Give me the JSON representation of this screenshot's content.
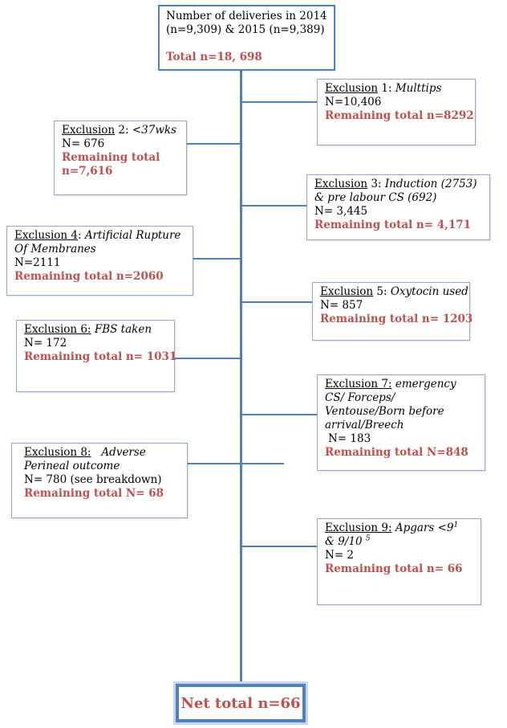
{
  "top": {
    "line1": "Number of deliveries in 2014",
    "line2": "(n=9,309) & 2015 (n=9,389)",
    "total": "Total n=18, 698"
  },
  "exclusions": [
    {
      "label": "Exclusion",
      "suffix": " 1: ",
      "detail": "Multtips",
      "n": "N=10,406",
      "remaining": "Remaining total n=8292"
    },
    {
      "label": "Exclusion",
      "suffix": " 2: ",
      "detail": "<37wks",
      "n": "N= 676",
      "remaining": "Remaining total n=7,616"
    },
    {
      "label": "Exclusion",
      "suffix": " 3: ",
      "detail": "Induction (2753) & pre labour CS (692)",
      "n": "N= 3,445",
      "remaining": "Remaining total n= 4,171"
    },
    {
      "label": "Exclusion 4",
      "suffix": ": ",
      "detail": "Artificial Rupture Of Membranes",
      "n": "N=2111",
      "remaining": "Remaining total n=2060"
    },
    {
      "label": "Exclusion",
      "suffix": " 5: ",
      "detail": "Oxytocin used",
      "n": "N= 857",
      "remaining": "Remaining total n= 1203"
    },
    {
      "label": "Exclusion 6:",
      "suffix": " ",
      "detail": "FBS taken",
      "n": "N= 172",
      "remaining": "Remaining total n= 1031"
    },
    {
      "label": "Exclusion 7:",
      "suffix": " ",
      "detail": "emergency CS/ Forceps/ Ventouse/Born before arrival/Breech",
      "n": "N= 183",
      "remaining": "Remaining total N=848"
    },
    {
      "label": "Exclusion 8:",
      "suffix": "   ",
      "detail": "Adverse Perineal outcome",
      "n": "N= 780 (see breakdown)",
      "remaining": "Remaining total N= 68"
    },
    {
      "label": "Exclusion 9:",
      "suffix": " ",
      "detail_a": "Apgars <9",
      "sup_a": "1",
      "detail_b": " & 9/10 ",
      "sup_b": "5",
      "n": "N= 2",
      "remaining": "Remaining total n= 66"
    }
  ],
  "net_total": "Net total n=66",
  "colors": {
    "line": "#4f81bd",
    "remaining": "#c0504d"
  }
}
